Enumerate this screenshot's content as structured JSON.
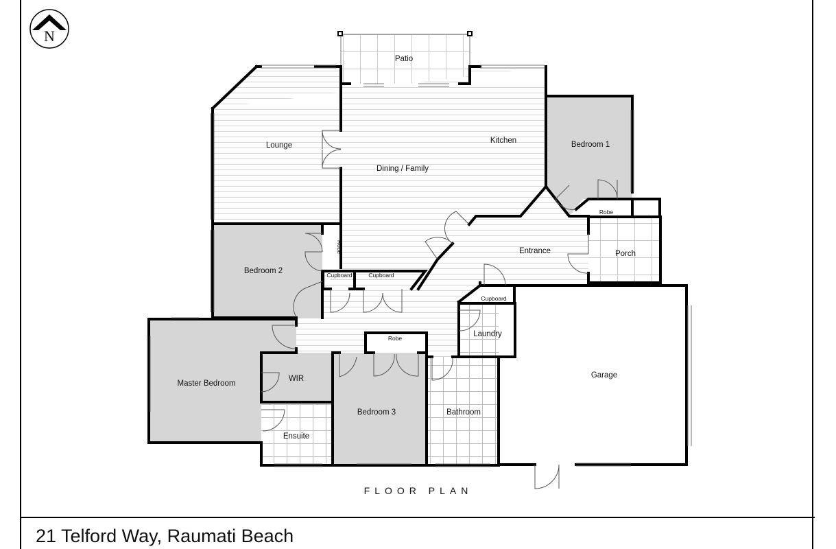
{
  "compass": {
    "letter": "N",
    "icon": "north-compass-icon"
  },
  "rooms": {
    "patio": "Patio",
    "lounge": "Lounge",
    "kitchen": "Kitchen",
    "dining_family": "Dining / Family",
    "bedroom_1": "Bedroom 1",
    "robe_bedroom_1": "Robe",
    "porch": "Porch",
    "entrance": "Entrance",
    "bedroom_2": "Bedroom 2",
    "robe_bedroom_2": "Robe",
    "cupboard_1": "Cupboard",
    "cupboard_2": "Cupboard",
    "cupboard_3": "Cupboard",
    "laundry": "Laundry",
    "master_bedroom": "Master Bedroom",
    "wir": "WIR",
    "robe_bedroom_3": "Robe",
    "bedroom_3": "Bedroom 3",
    "bathroom": "Bathroom",
    "ensuite": "Ensuite",
    "garage": "Garage"
  },
  "caption": "FLOOR PLAN",
  "address": "21 Telford Way, Raumati Beach",
  "colors": {
    "carpet_fill": "#d6d6d6",
    "wall": "#000000",
    "floor_line": "#cfcfcf",
    "tile": "#bdbdbd"
  }
}
